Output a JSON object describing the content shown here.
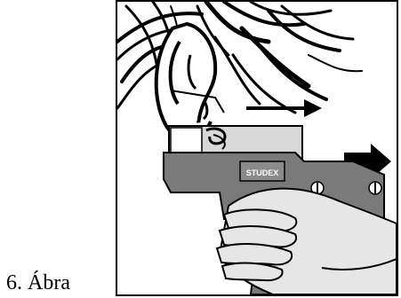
{
  "caption": {
    "number": "6.",
    "label": "Ábra"
  },
  "illustration": {
    "device_brand": "STUDEX",
    "colors": {
      "ink": "#000000",
      "device_gray": "#7a7a7a",
      "device_light": "#d8d8d8",
      "hand": "#e6e6e6"
    }
  }
}
